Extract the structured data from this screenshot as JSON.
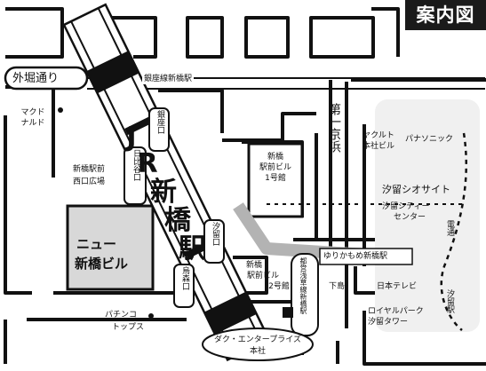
{
  "title": "案内図",
  "roads": {
    "sotobori": "外堀通り",
    "daiichi_keihin": "第一京浜"
  },
  "subway": "銀座線新橋駅",
  "station": {
    "chars": [
      "J",
      "R",
      "新",
      "橋",
      "駅"
    ],
    "exits": [
      "銀座口",
      "日比谷口",
      "汐留口",
      "烏森口"
    ]
  },
  "labels": {
    "mcdonalds": [
      "マクド",
      "ナルド"
    ],
    "west_plaza": [
      "新橋駅前",
      "西口広場"
    ],
    "new_shinbashi": [
      "ニュー",
      "新橋ビル"
    ],
    "ekimae1": [
      "新橋",
      "駅前ビル",
      "1号館"
    ],
    "ekimae2": [
      "新橋",
      "駅前ビル",
      "2号館"
    ],
    "toei_asakusa": "都営浅草線新橋駅",
    "yakult": [
      "ヤクルト",
      "本社ビル"
    ],
    "panasonic": "パナソニック",
    "shiosite": "汐留シオサイト",
    "shiodome_city": [
      "汐留シティー",
      "センター"
    ],
    "dentsu": "電通",
    "yurikamome": "ゆりかもめ新橋駅",
    "shimobashi": "下島",
    "ntv": "日本テレビ",
    "royal_park": [
      "ロイヤルパーク",
      "汐留タワー"
    ],
    "shiodome_eki": "汐留駅",
    "pachinko": [
      "パチンコ",
      "トップス"
    ],
    "company": [
      "ダク・エンタープライズ",
      "本社"
    ]
  },
  "colors": {
    "ink": "#111111",
    "building_gray": "#d8d8d8",
    "station_walk": "#b3b3b3",
    "title_bg": "#1a1a1a"
  },
  "icons": [
    "marker-dot",
    "north-arrow"
  ]
}
